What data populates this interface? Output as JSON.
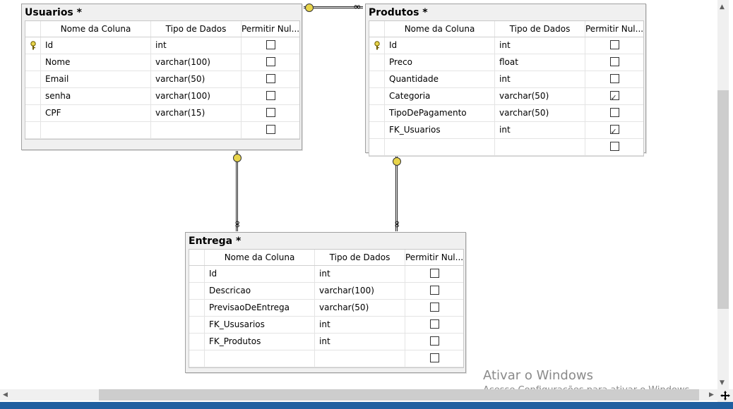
{
  "columns_header": {
    "name": "Nome da Coluna",
    "type": "Tipo de Dados",
    "nullable": "Permitir Nul..."
  },
  "tables": {
    "usuarios": {
      "title": "Usuarios *",
      "rows": [
        {
          "name": "Id",
          "type": "int",
          "null": false,
          "key": true
        },
        {
          "name": "Nome",
          "type": "varchar(100)",
          "null": false
        },
        {
          "name": "Email",
          "type": "varchar(50)",
          "null": false
        },
        {
          "name": "senha",
          "type": "varchar(100)",
          "null": false
        },
        {
          "name": "CPF",
          "type": "varchar(15)",
          "null": false
        },
        {
          "name": "",
          "type": "",
          "null": false
        }
      ]
    },
    "produtos": {
      "title": "Produtos *",
      "rows": [
        {
          "name": "Id",
          "type": "int",
          "null": false,
          "key": true
        },
        {
          "name": "Preco",
          "type": "float",
          "null": false
        },
        {
          "name": "Quantidade",
          "type": "int",
          "null": false
        },
        {
          "name": "Categoria",
          "type": "varchar(50)",
          "null": true
        },
        {
          "name": "TipoDePagamento",
          "type": "varchar(50)",
          "null": false
        },
        {
          "name": "FK_Usuarios",
          "type": "int",
          "null": true
        },
        {
          "name": "",
          "type": "",
          "null": false
        }
      ]
    },
    "entrega": {
      "title": "Entrega *",
      "rows": [
        {
          "name": "Id",
          "type": "int",
          "null": false
        },
        {
          "name": "Descricao",
          "type": "varchar(100)",
          "null": false
        },
        {
          "name": "PrevisaoDeEntrega",
          "type": "varchar(50)",
          "null": false
        },
        {
          "name": "FK_Ususarios",
          "type": "int",
          "null": false
        },
        {
          "name": "FK_Produtos",
          "type": "int",
          "null": false
        },
        {
          "name": "",
          "type": "",
          "null": false
        }
      ]
    }
  },
  "watermark": {
    "line1": "Ativar o Windows",
    "line2": "Acesse Configurações para ativar o Windows."
  },
  "icons": {
    "primary_key": "key-icon",
    "relationship_one": "key-end-icon",
    "relationship_many": "infinity-end-icon"
  }
}
